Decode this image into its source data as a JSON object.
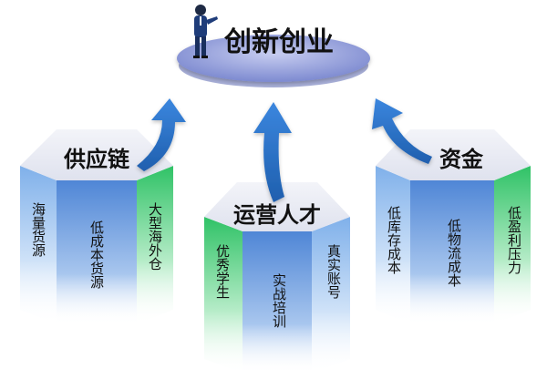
{
  "center": {
    "title": "创新创业"
  },
  "pillars": [
    {
      "id": "supply",
      "title": "供应链",
      "sides": [
        "海量货源",
        "低成本货源",
        "大型海外仓"
      ]
    },
    {
      "id": "talent",
      "title": "运营人才",
      "sides": [
        "优秀学生",
        "实战培训",
        "真实账号"
      ]
    },
    {
      "id": "capital",
      "title": "资金",
      "sides": [
        "低库存成本",
        "低物流成本",
        "低盈利压力"
      ]
    }
  ],
  "colors": {
    "blue_face": "#5b8fd8",
    "green_face": "#34c46c",
    "top_face": "#e7e9f2",
    "arrow": "#2a6fc4",
    "disc": "#9aa6df"
  },
  "icons": [
    "businessman-icon",
    "curved-arrow-icon"
  ]
}
